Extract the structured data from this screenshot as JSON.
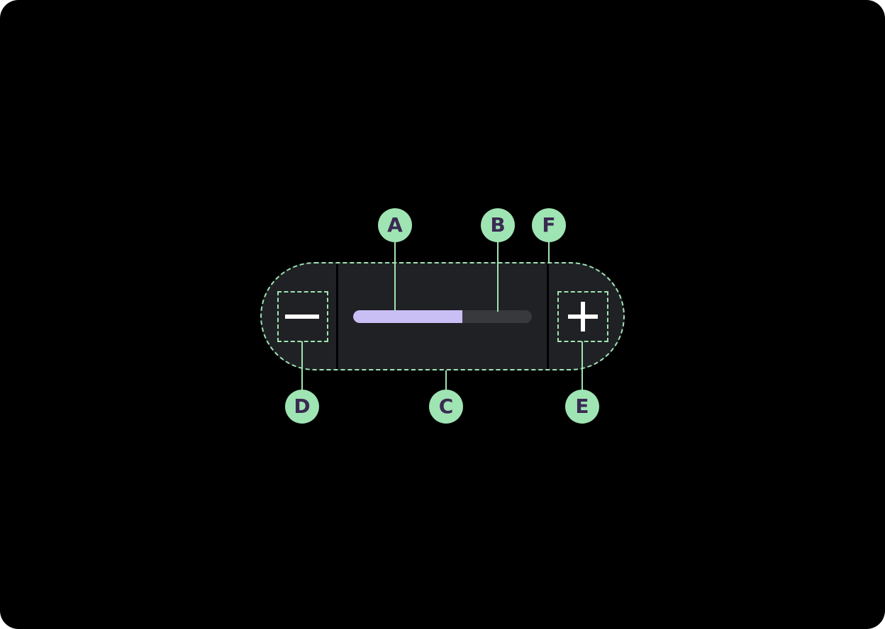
{
  "stepper": {
    "progress_fraction": 0.61,
    "decrease_icon": "minus-icon",
    "increase_icon": "plus-icon"
  },
  "callouts": {
    "a": "A",
    "b": "B",
    "c": "C",
    "d": "D",
    "e": "E",
    "f": "F"
  },
  "colors": {
    "background": "#000000",
    "container": "#202124",
    "progress_fill": "#c9bff5",
    "progress_track": "#38393d",
    "callout": "#9fe4b3",
    "callout_text": "#3a2a52"
  }
}
